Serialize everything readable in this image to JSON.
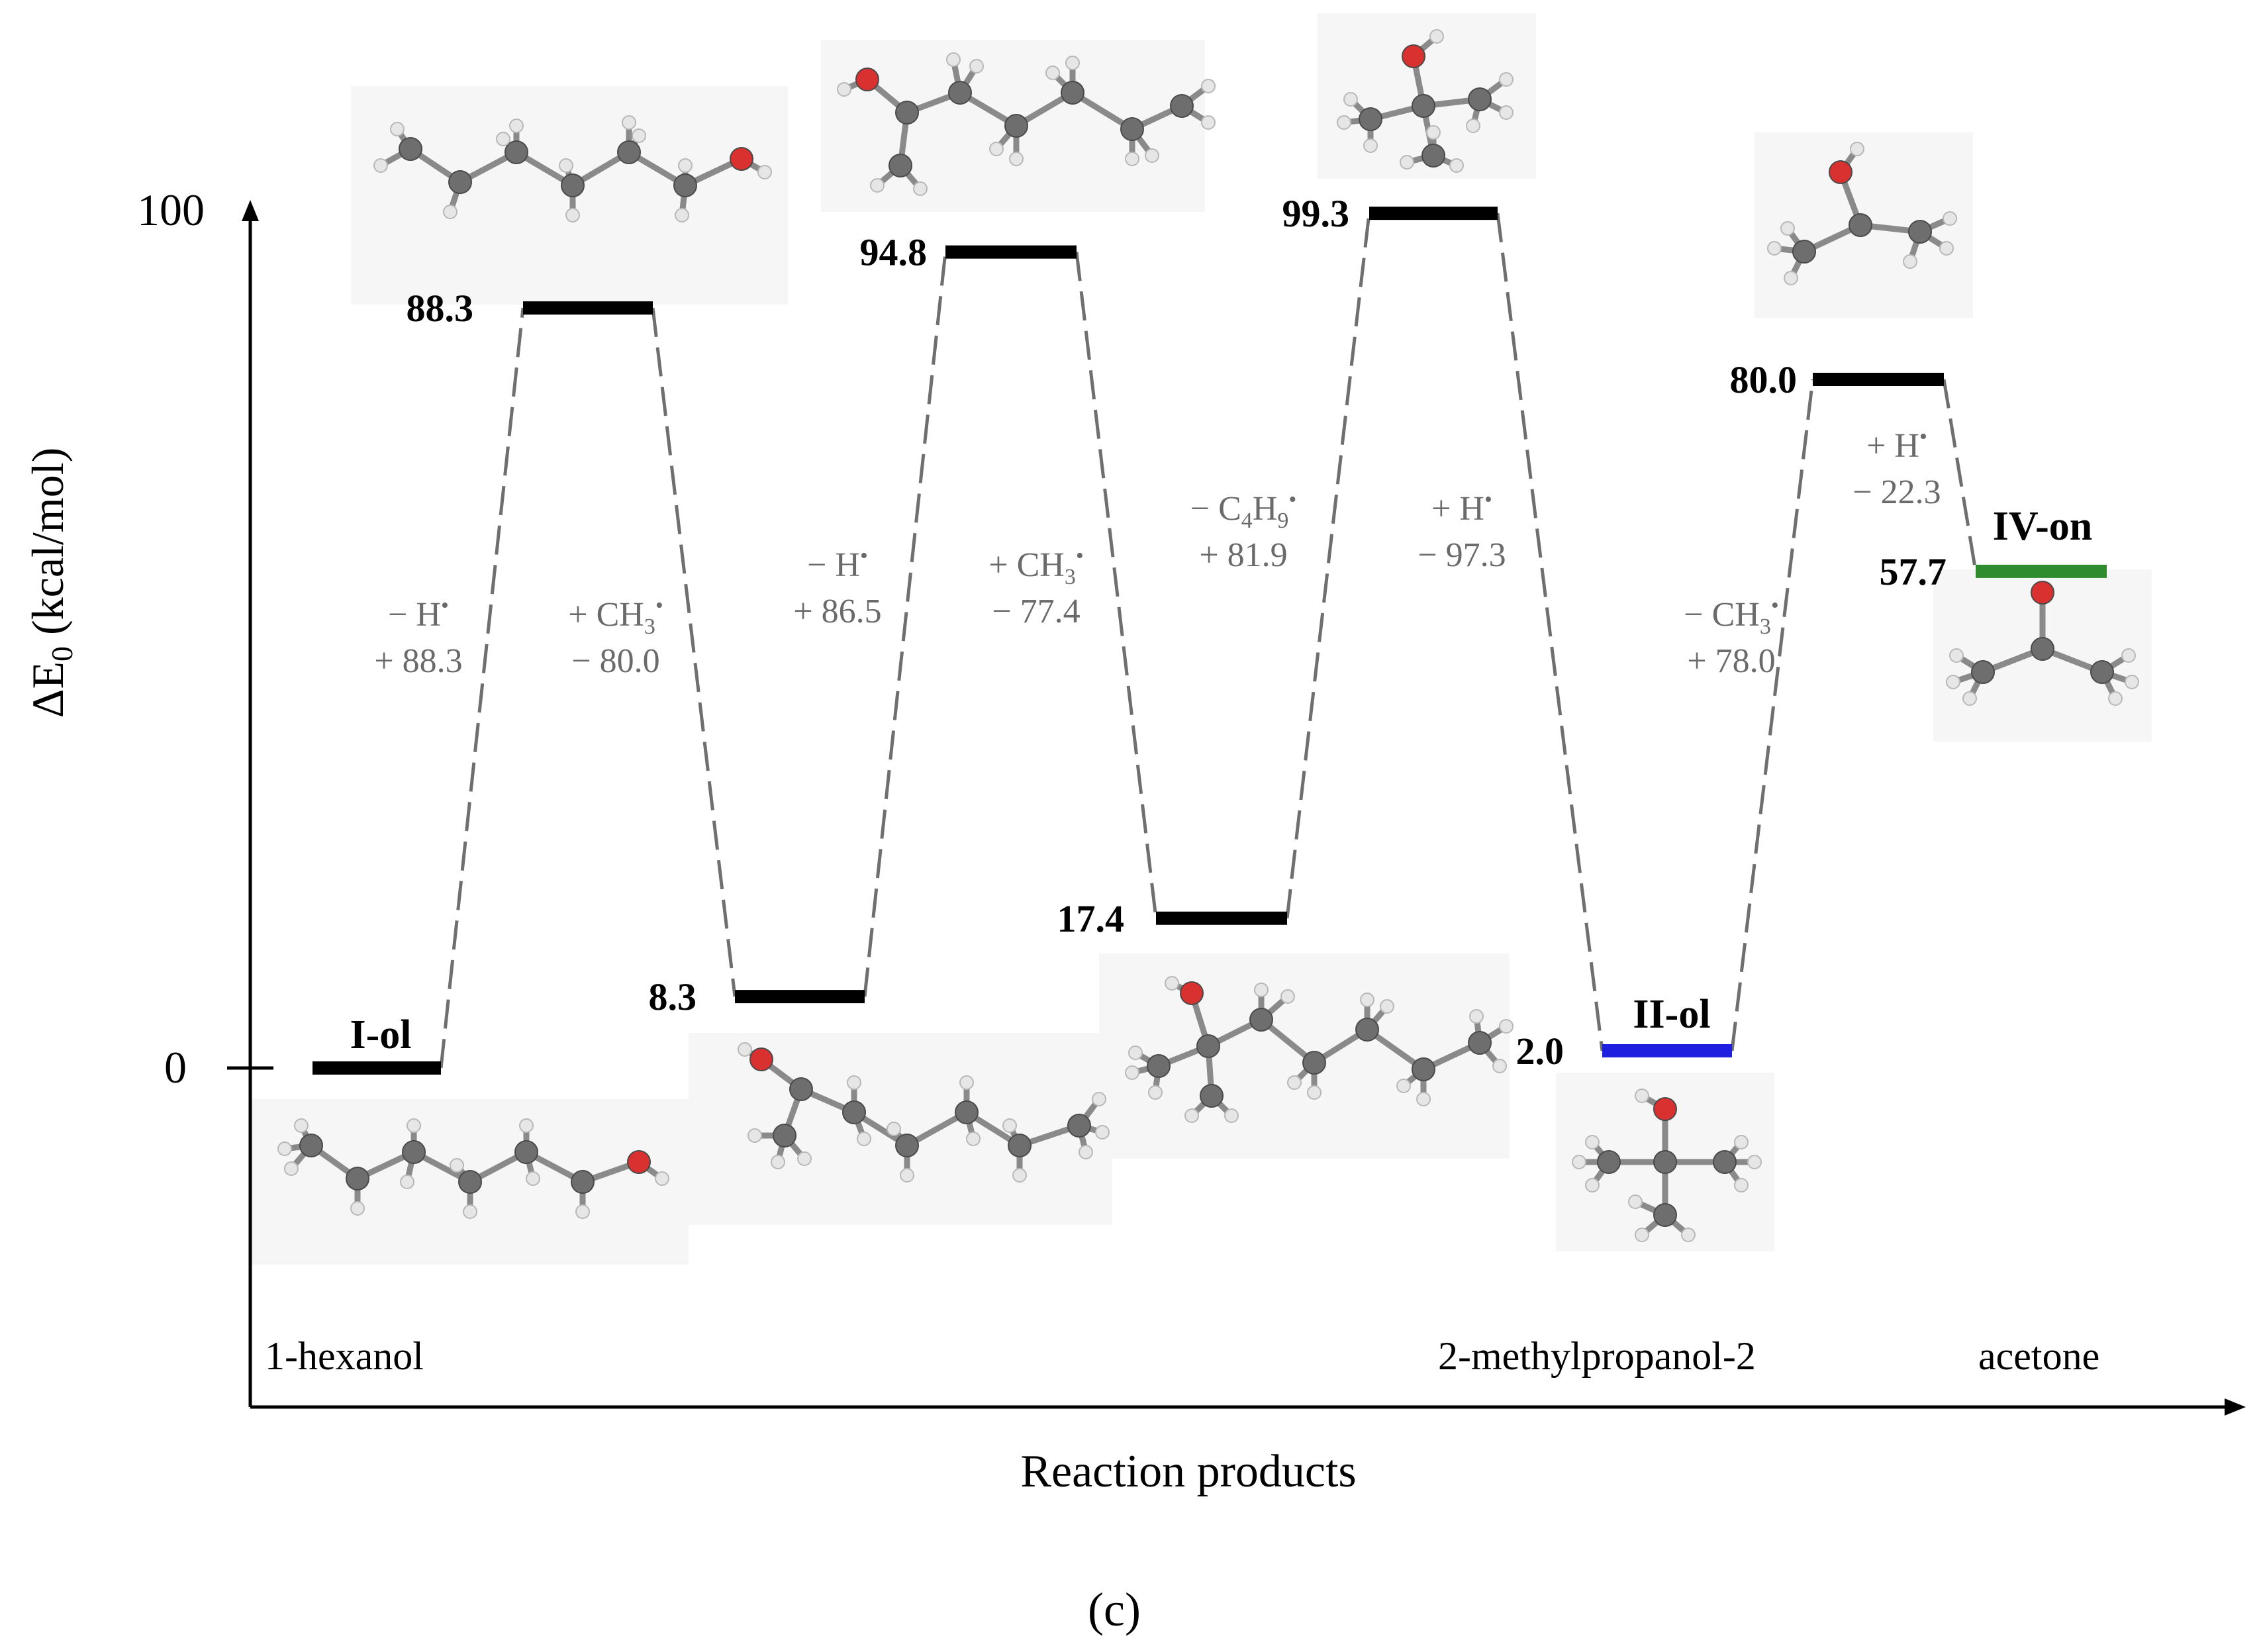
{
  "chart_data": {
    "type": "energy_level_diagram",
    "caption": "(c)",
    "xlabel": "Reaction products",
    "ylabel_main": "ΔE",
    "ylabel_sub": "0",
    "ylabel_rest": " (kcal/mol)",
    "ylim": [
      0,
      100
    ],
    "yticks": [
      "0",
      "100"
    ],
    "levels": [
      {
        "name": "I-ol",
        "value": 0.0,
        "value_label": "",
        "name_label": "I-ol",
        "color": "#000000"
      },
      {
        "name": "radical-1",
        "value": 88.3,
        "value_label": "88.3",
        "name_label": "",
        "color": "#000000"
      },
      {
        "name": "intermediate-1",
        "value": 8.3,
        "value_label": "8.3",
        "name_label": "",
        "color": "#000000"
      },
      {
        "name": "radical-2",
        "value": 94.8,
        "value_label": "94.8",
        "name_label": "",
        "color": "#000000"
      },
      {
        "name": "intermediate-2",
        "value": 17.4,
        "value_label": "17.4",
        "name_label": "",
        "color": "#000000"
      },
      {
        "name": "radical-3",
        "value": 99.3,
        "value_label": "99.3",
        "name_label": "",
        "color": "#000000"
      },
      {
        "name": "II-ol",
        "value": 2.0,
        "value_label": "2.0",
        "name_label": "II-ol",
        "color": "#1f1fe0"
      },
      {
        "name": "radical-4",
        "value": 80.0,
        "value_label": "80.0",
        "name_label": "",
        "color": "#000000"
      },
      {
        "name": "IV-on",
        "value": 57.7,
        "value_label": "57.7",
        "name_label": "IV-on",
        "color": "#2e8b2e"
      }
    ],
    "transitions": [
      {
        "species_sign": "− H",
        "species_sub": "",
        "species_sup": "•",
        "energy": "+ 88.3"
      },
      {
        "species_sign": "+ CH",
        "species_sub": "3",
        "species_sup": "•",
        "energy": "− 80.0"
      },
      {
        "species_sign": "− H",
        "species_sub": "",
        "species_sup": "•",
        "energy": "+ 86.5"
      },
      {
        "species_sign": "+ CH",
        "species_sub": "3",
        "species_sup": "•",
        "energy": "− 77.4"
      },
      {
        "species_sign": "− C",
        "species_sub": "4",
        "species_mid": "H",
        "species_sub2": "9",
        "species_sup": "•",
        "energy": "+ 81.9"
      },
      {
        "species_sign": "+ H",
        "species_sub": "",
        "species_sup": "•",
        "energy": "− 97.3"
      },
      {
        "species_sign": "− CH",
        "species_sub": "3",
        "species_sup": "•",
        "energy": "+ 78.0"
      },
      {
        "species_sign": "+ H",
        "species_sub": "",
        "species_sup": "•",
        "energy": "− 22.3"
      }
    ],
    "molecule_names": [
      "1-hexanol",
      "2-methylpropanol-2",
      "acetone"
    ],
    "colors": {
      "carbon": "#6e6e6e",
      "oxygen": "#d93030",
      "hydrogen": "#e6e6e6",
      "bond": "#8a8a8a",
      "connector": "#6f6f6f"
    }
  }
}
